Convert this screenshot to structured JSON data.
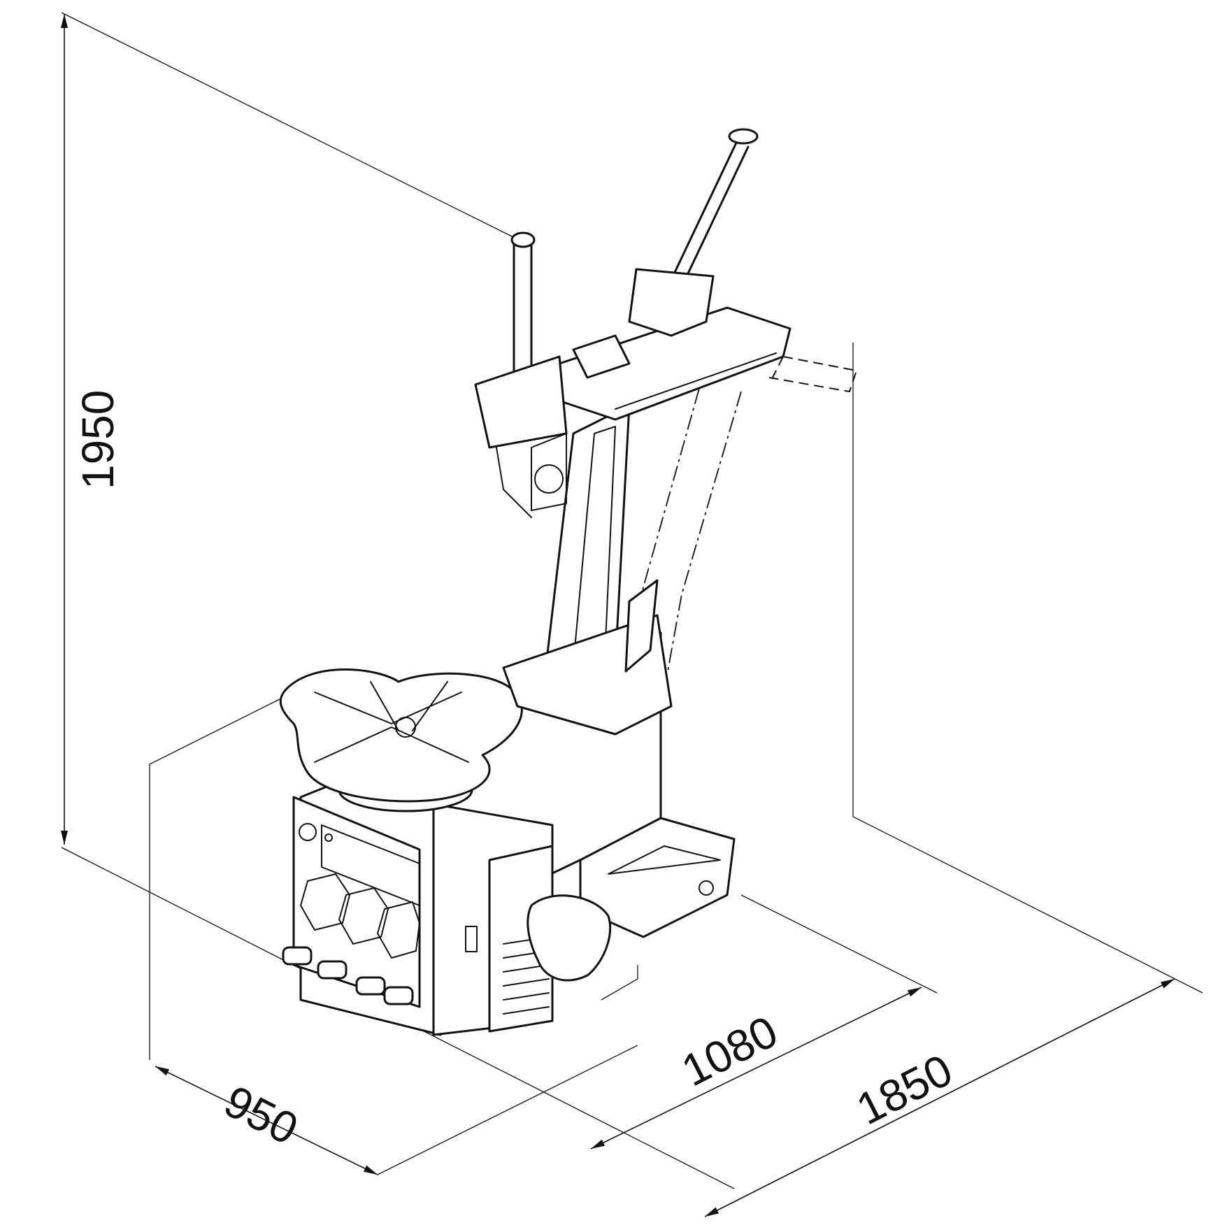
{
  "dimensions": {
    "height": "1950",
    "width": "950",
    "depth": "1080",
    "max_depth": "1850"
  }
}
